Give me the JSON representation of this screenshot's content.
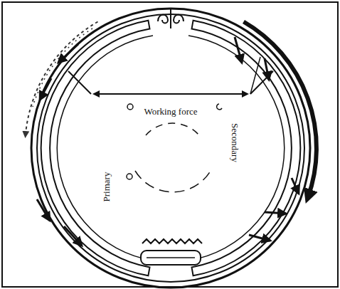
{
  "diagram": {
    "labels": [
      "Working force",
      "Secondary",
      "Primary"
    ]
  }
}
